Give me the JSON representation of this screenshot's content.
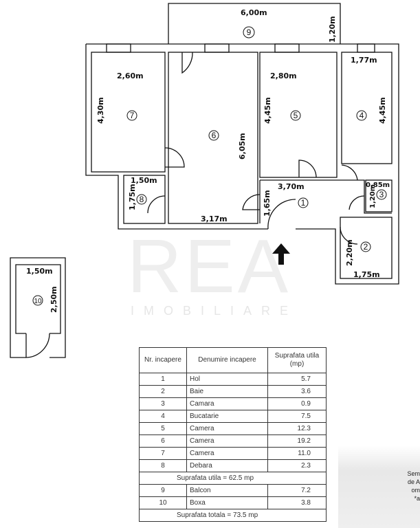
{
  "plan": {
    "rooms": [
      "1",
      "2",
      "3",
      "4",
      "5",
      "6",
      "7",
      "8",
      "9",
      "10"
    ],
    "dims": {
      "balcony_width": "6,00m",
      "balcony_depth": "1,20m",
      "r7_w": "2,60m",
      "r7_h": "4,30m",
      "r6_h": "6,05m",
      "r6_w": "3,17m",
      "r5_w": "2,80m",
      "r5_h": "4,45m",
      "r4_w": "1,77m",
      "r4_h": "4,45m",
      "r8_w": "1,50m",
      "r8_h": "1,75m",
      "hol_w": "3,70m",
      "hol_h": "1,65m",
      "r3_w": "0,85m",
      "r3_h": "1,20m",
      "r2_h": "2,20m",
      "r2_w": "1,75m",
      "boxa_w": "1,50m",
      "boxa_h": "2,50m"
    },
    "watermark": "REA",
    "watermark_sub": "IMOBILIARE"
  },
  "table": {
    "headers": [
      "Nr. incapere",
      "Denumire incapere",
      "Suprafata utila (mp)"
    ],
    "rows": [
      {
        "nr": "1",
        "name": "Hol",
        "area": "5.7"
      },
      {
        "nr": "2",
        "name": "Baie",
        "area": "3.6"
      },
      {
        "nr": "3",
        "name": "Camara",
        "area": "0.9"
      },
      {
        "nr": "4",
        "name": "Bucatarie",
        "area": "7.5"
      },
      {
        "nr": "5",
        "name": "Camera",
        "area": "12.3"
      },
      {
        "nr": "6",
        "name": "Camera",
        "area": "19.2"
      },
      {
        "nr": "7",
        "name": "Camera",
        "area": "11.0"
      },
      {
        "nr": "8",
        "name": "Debara",
        "area": "2.3"
      }
    ],
    "subtotal": "Suprafata utila = 62.5 mp",
    "extra_rows": [
      {
        "nr": "9",
        "name": "Balcon",
        "area": "7.2"
      },
      {
        "nr": "10",
        "name": "Boxa",
        "area": "3.8"
      }
    ],
    "total": "Suprafata totala = 73.5 mp"
  },
  "side_text": [
    "Sem",
    "de A",
    "om",
    "*a"
  ]
}
